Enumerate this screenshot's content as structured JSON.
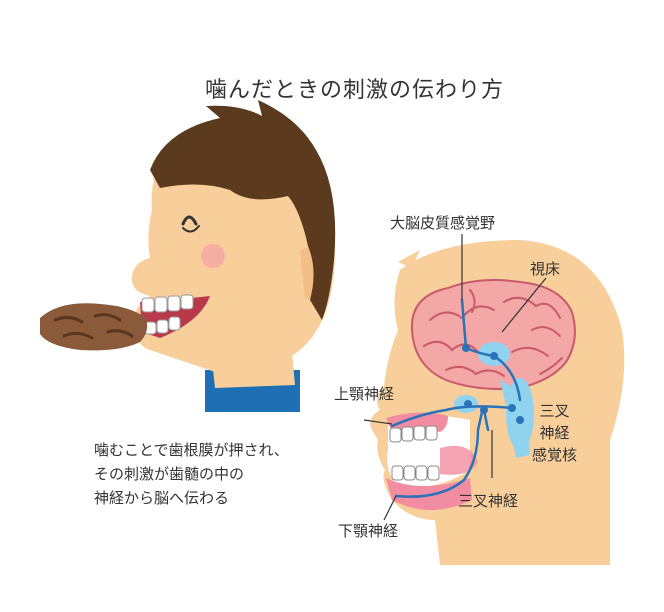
{
  "title": "噛んだときの刺激の伝わり方",
  "description": [
    "噛むことで歯根膜が押され、",
    "その刺激が歯髄の中の",
    "神経から脳へ伝わる"
  ],
  "labels": {
    "cortex": "大脳皮質感覚野",
    "thalamus": "視床",
    "upper_nerve": "上顎神経",
    "trigeminal_nucleus": [
      "三叉",
      "神経",
      "感覚核"
    ],
    "trigeminal": "三叉神経",
    "lower_nerve": "下顎神経"
  },
  "colors": {
    "skin": "#f8cf9b",
    "hair": "#5c3a1e",
    "shirt": "#1f6fb5",
    "brain": "#f4a7a7",
    "nerve": "#2a73b8",
    "nerve_highlight": "#8fd3ef",
    "food": "#8a5a3b"
  }
}
